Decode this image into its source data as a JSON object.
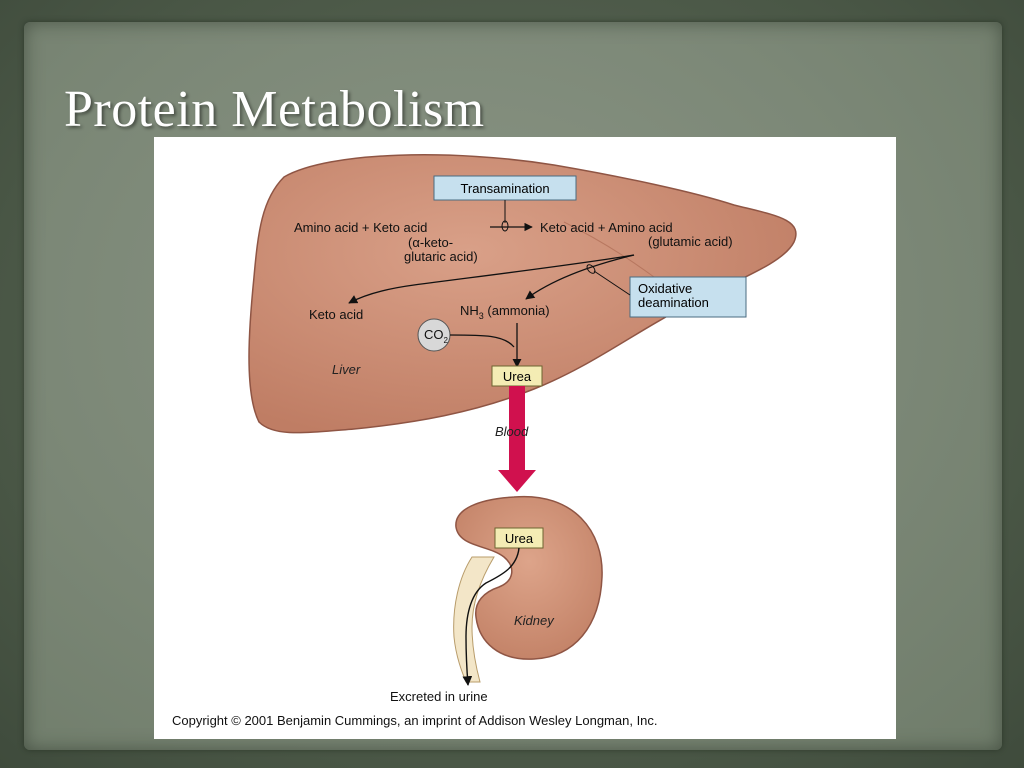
{
  "slide": {
    "title": "Protein Metabolism"
  },
  "figure": {
    "transamination_label": "Transamination",
    "reactants_line": "Amino acid + Keto acid",
    "reactant_note_1": "(α-keto-",
    "reactant_note_2": "glutaric acid)",
    "products_line": "Keto acid + Amino acid",
    "product_note": "(glutamic acid)",
    "oxidative_label_1": "Oxidative",
    "oxidative_label_2": "deamination",
    "keto_acid": "Keto acid",
    "nh3_prefix": "NH",
    "nh3_sub": "3",
    "nh3_suffix": " (ammonia)",
    "co2_prefix": "CO",
    "co2_sub": "2",
    "liver_label": "Liver",
    "urea_liver": "Urea",
    "blood_label": "Blood",
    "urea_kidney": "Urea",
    "kidney_label": "Kidney",
    "excreted_label": "Excreted in urine",
    "copyright": "Copyright © 2001 Benjamin Cummings, an imprint of Addison Wesley Longman, Inc."
  },
  "colors": {
    "organ_fill": "#c98a70",
    "organ_stroke": "#8f5544",
    "label_box_fill": "#c6e0ee",
    "urea_box_fill": "#f4ecb4",
    "blood_arrow": "#d0114e"
  }
}
